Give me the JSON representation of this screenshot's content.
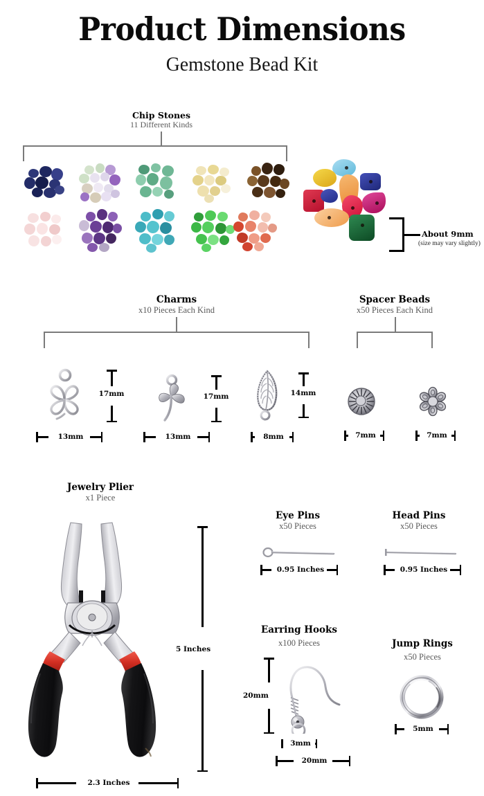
{
  "header": {
    "title": "Product Dimensions",
    "subtitle": "Gemstone Bead Kit"
  },
  "sections": {
    "chip_stones": {
      "title": "Chip Stones",
      "subtitle": "11 Different Kinds",
      "piles": [
        {
          "name": "lapis-lazuli",
          "colors": [
            "#2b3470",
            "#1b2357",
            "#3b4480",
            "#212a63",
            "#4a5390"
          ]
        },
        {
          "name": "fluorite-mix",
          "colors": [
            "#cfe0c8",
            "#d8cbe6",
            "#9b6fc0",
            "#e6dff0",
            "#c9bfa8"
          ]
        },
        {
          "name": "green-aventurine",
          "colors": [
            "#7fbfa0",
            "#5da886",
            "#a4d4bb",
            "#4e9a76",
            "#8fcaaa"
          ]
        },
        {
          "name": "citrine",
          "colors": [
            "#efe0a8",
            "#e6d48c",
            "#f5ecc6",
            "#dcc97c",
            "#f0e3b4"
          ]
        },
        {
          "name": "tigers-eye",
          "colors": [
            "#5a3a20",
            "#7a5228",
            "#3d2714",
            "#8a6334",
            "#4a2f18"
          ]
        },
        {
          "name": "rose-quartz",
          "colors": [
            "#f6dcdc",
            "#f0cbcb",
            "#fae6e6",
            "#eec4c4",
            "#f8e2e2"
          ]
        },
        {
          "name": "amethyst",
          "colors": [
            "#6b3f96",
            "#8455ad",
            "#4f2d72",
            "#9a74bd",
            "#5c3585"
          ]
        },
        {
          "name": "turquoise",
          "colors": [
            "#4fc0cc",
            "#35a8b8",
            "#72d2da",
            "#2a93a4",
            "#5ec7d2"
          ]
        },
        {
          "name": "green-quartz",
          "colors": [
            "#3fc04a",
            "#2aa838",
            "#66d66e",
            "#1f8c2c",
            "#55cc5e"
          ]
        },
        {
          "name": "carnelian",
          "colors": [
            "#d4472f",
            "#e8714d",
            "#f0a08c",
            "#bb3524",
            "#e89080"
          ]
        }
      ],
      "mixed_beads": {
        "name": "mixed-color-beads",
        "colors": [
          "#e8c21e",
          "#7ec8e8",
          "#2f3a9e",
          "#cf1f3c",
          "#f09a3e",
          "#e8345c",
          "#c4176b",
          "#f0b070",
          "#1d6b33",
          "#3b45a8"
        ]
      },
      "callout": {
        "label": "About 9mm",
        "note": "(size may vary slightly)"
      }
    },
    "charms": {
      "title": "Charms",
      "subtitle": "x10 Pieces Each Kind",
      "items": [
        {
          "name": "four-leaf-clover-charm",
          "width": "13mm",
          "height": "17mm"
        },
        {
          "name": "shamrock-charm",
          "width": "13mm",
          "height": "17mm"
        },
        {
          "name": "leaf-charm",
          "width": "8mm",
          "height": "14mm"
        }
      ]
    },
    "spacer_beads": {
      "title": "Spacer Beads",
      "subtitle": "x50 Pieces Each Kind",
      "items": [
        {
          "name": "sunburst-spacer-bead",
          "width": "7mm"
        },
        {
          "name": "flower-spacer-bead",
          "width": "7mm"
        }
      ]
    },
    "jewelry_plier": {
      "title": "Jewelry Plier",
      "subtitle": "x1 Piece",
      "height": "5 Inches",
      "width": "2.3 Inches"
    },
    "eye_pins": {
      "title": "Eye Pins",
      "subtitle": "x50 Pieces",
      "length": "0.95 Inches"
    },
    "head_pins": {
      "title": "Head Pins",
      "subtitle": "x50 Pieces",
      "length": "0.95 Inches"
    },
    "earring_hooks": {
      "title": "Earring Hooks",
      "subtitle": "x100 Pieces",
      "height": "20mm",
      "inner_width": "3mm",
      "width": "20mm"
    },
    "jump_rings": {
      "title": "Jump Rings",
      "subtitle": "x50 Pieces",
      "diameter": "5mm"
    }
  },
  "colors": {
    "bracket_gray": "#7a7a7a",
    "dimension_black": "#000000",
    "subtitle_gray": "#5a5a5a",
    "plier_grip": "#1b1b1b",
    "plier_red": "#d8352a",
    "metal_light": "#e2e2e4",
    "metal_dark": "#8d8d92"
  }
}
